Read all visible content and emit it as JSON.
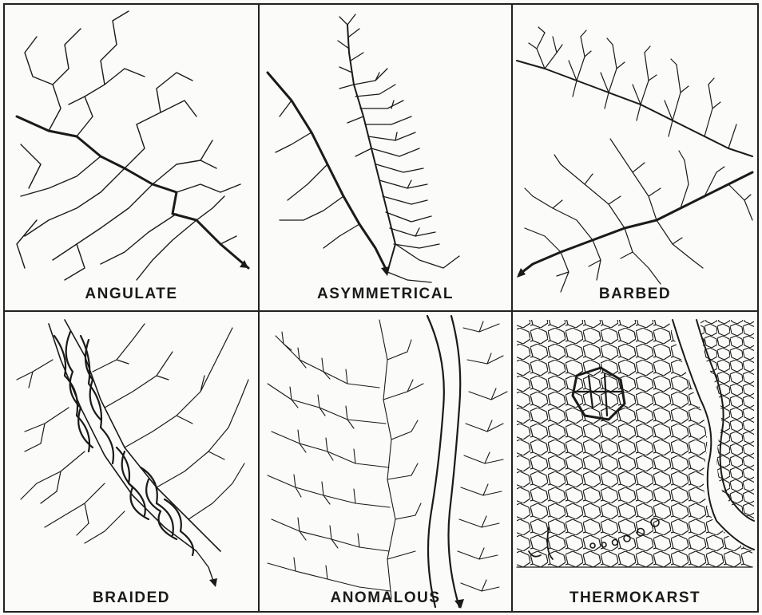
{
  "figure": {
    "panels": [
      {
        "id": "angulate",
        "label": "ANGULATE"
      },
      {
        "id": "asymmetrical",
        "label": "ASYMMETRICAL"
      },
      {
        "id": "barbed",
        "label": "BARBED"
      },
      {
        "id": "braided",
        "label": "BRAIDED"
      },
      {
        "id": "anomalous",
        "label": "ANOMALOUS"
      },
      {
        "id": "thermokarst",
        "label": "THERMOKARST"
      }
    ]
  },
  "style": {
    "ink": "#1a1a1a",
    "paper": "#fbfbf9"
  }
}
